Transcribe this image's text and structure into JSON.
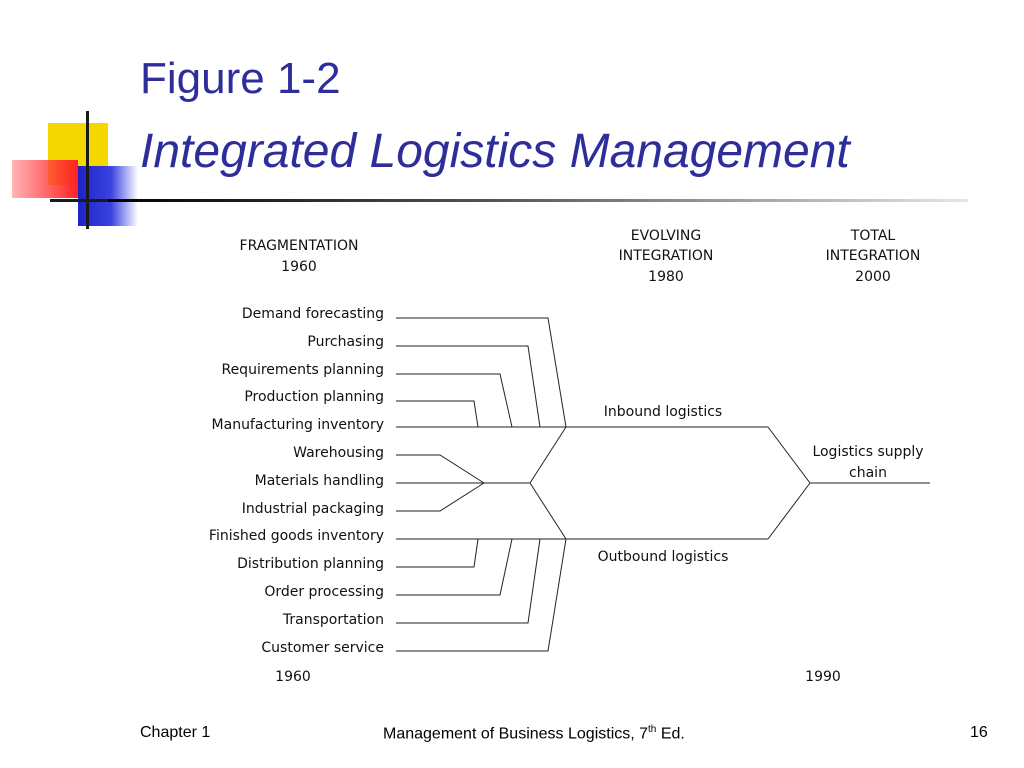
{
  "title": {
    "figure_number": "Figure 1-2",
    "figure_title": "Integrated Logistics Management"
  },
  "diagram": {
    "headers": [
      {
        "label": "FRAGMENTATION",
        "year": "1960"
      },
      {
        "label_line1": "EVOLVING",
        "label_line2": "INTEGRATION",
        "year": "1980"
      },
      {
        "label_line1": "TOTAL",
        "label_line2": "INTEGRATION",
        "year": "2000"
      }
    ],
    "activities": [
      "Demand forecasting",
      "Purchasing",
      "Requirements planning",
      "Production planning",
      "Manufacturing inventory",
      "Warehousing",
      "Materials handling",
      "Industrial packaging",
      "Finished goods inventory",
      "Distribution planning",
      "Order processing",
      "Transportation",
      "Customer service"
    ],
    "inbound_label": "Inbound logistics",
    "outbound_label": "Outbound logistics",
    "total_label_line1": "Logistics supply",
    "total_label_line2": "chain",
    "bottom_years": [
      "1960",
      "1990"
    ]
  },
  "footer": {
    "chapter": "Chapter 1",
    "book_prefix": "Management of Business Logistics, 7",
    "book_superscript": "th",
    "book_suffix": " Ed.",
    "page_number": "16"
  }
}
